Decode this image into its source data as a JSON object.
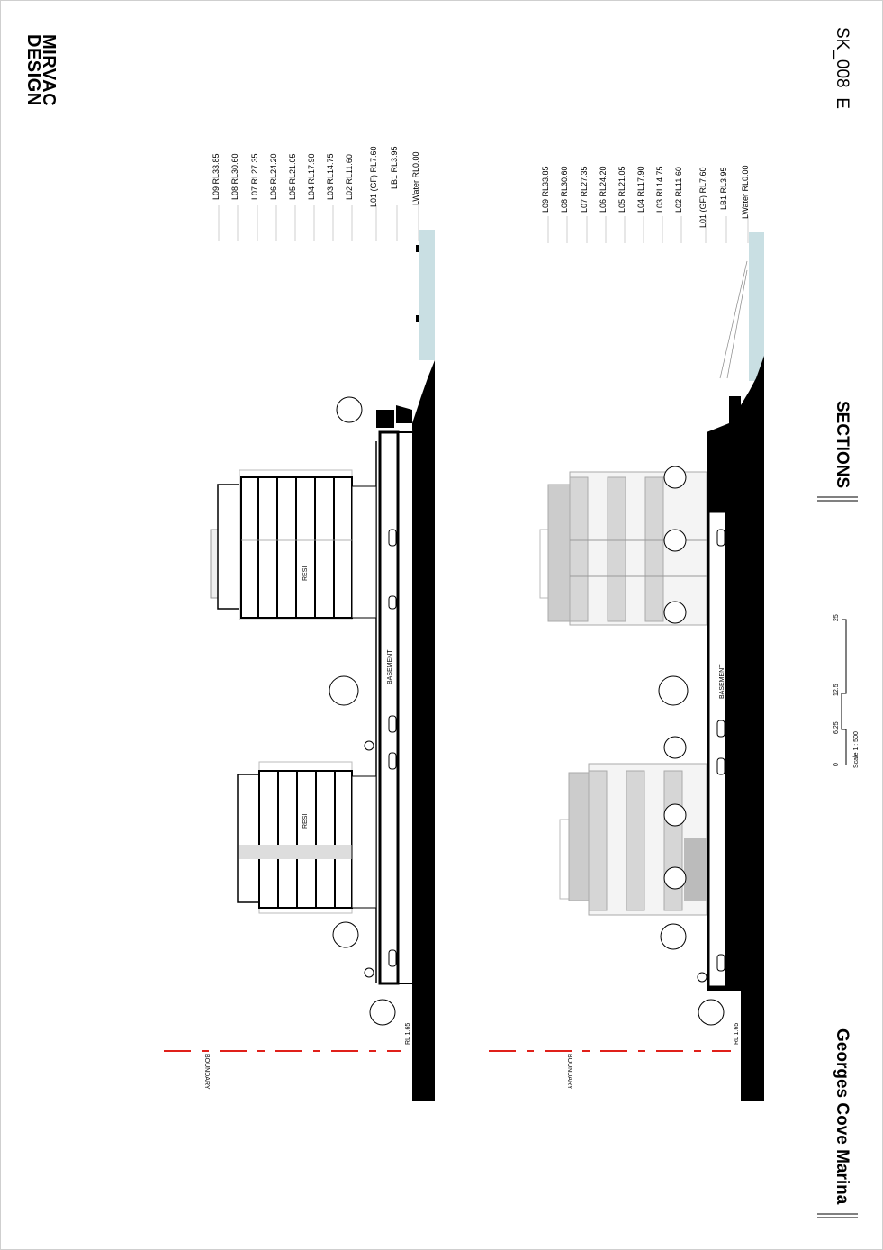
{
  "logo": {
    "line1": "MIRVAC",
    "line2": "DESIGN"
  },
  "sheet": {
    "number": "SK_008",
    "revision": "E",
    "title": "SECTIONS",
    "project": "Georges Cove Marina"
  },
  "scale": {
    "ticks": [
      "0",
      "6.25",
      "12.5",
      "25"
    ],
    "label": "Scale 1 : 500"
  },
  "sections": [
    {
      "levels": [
        "L09 RL33.85",
        "L08 RL30.60",
        "L07 RL27.35",
        "L06 RL24.20",
        "L05 RL21.05",
        "L04 RL17.90",
        "L03 RL14.75",
        "L02 RL11.60",
        "L01 (GF) RL7.60",
        "LB1 RL3.95",
        "LWater RL0.00"
      ],
      "labels": {
        "basement": "BASEMENT",
        "resi_a": "RESI",
        "resi_b": "RESI",
        "rl": "RL 1.65",
        "boundary": "BOUNDARY"
      }
    },
    {
      "levels": [
        "L09 RL33.85",
        "L08 RL30.60",
        "L07 RL27.35",
        "L06 RL24.20",
        "L05 RL21.05",
        "L04 RL17.90",
        "L03 RL14.75",
        "L02 RL11.60",
        "L01 (GF) RL7.60",
        "LB1 RL3.95",
        "LWater RL0.00"
      ],
      "labels": {
        "basement": "BASEMENT",
        "rl": "RL 1.65",
        "boundary": "BOUNDARY"
      }
    }
  ],
  "colors": {
    "boundary": "#e0201a",
    "water": "#c9dfe3",
    "ground": "#000000",
    "facade_grey": "#bdbdbd"
  }
}
